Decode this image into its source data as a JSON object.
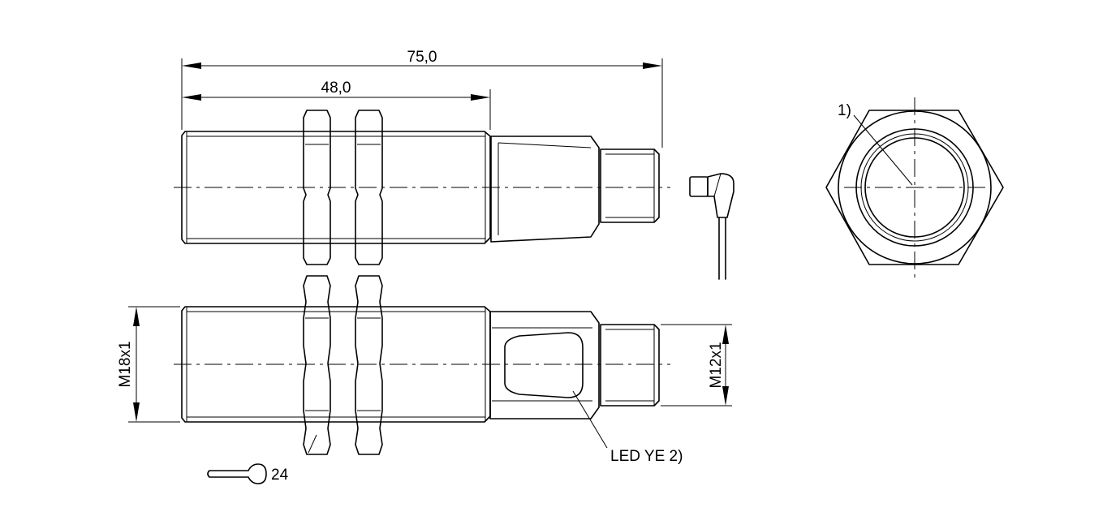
{
  "dimensions": {
    "overall_length": "75,0",
    "thread_length": "48,0",
    "body_thread": "M18x1",
    "connector_thread": "M12x1",
    "wrench_size": "24"
  },
  "callouts": {
    "note_1": "1)",
    "led": "LED YE 2)"
  },
  "icons": {
    "wrench": "wrench-icon"
  }
}
